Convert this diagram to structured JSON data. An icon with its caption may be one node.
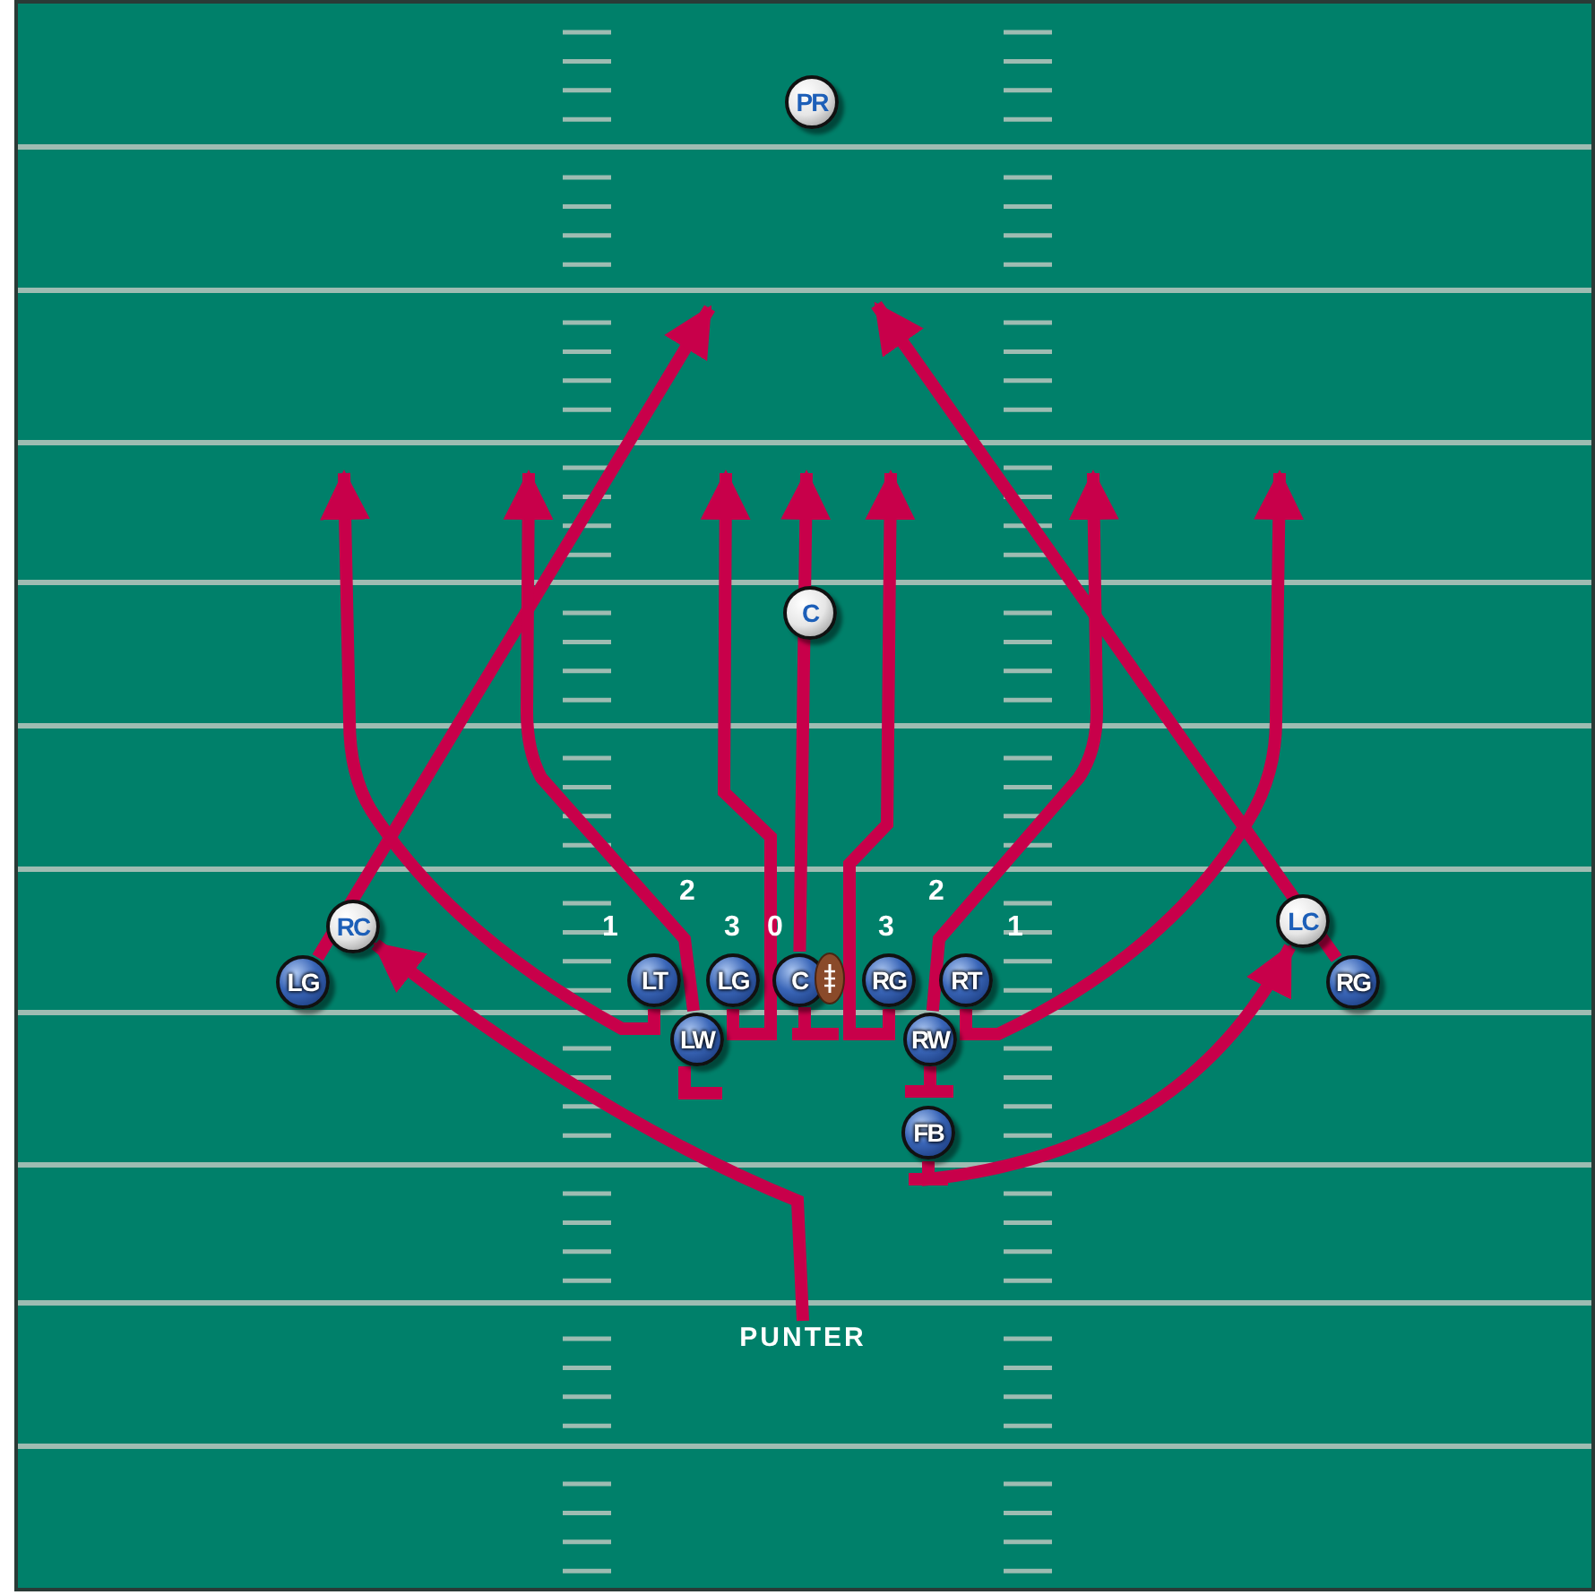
{
  "diagram": {
    "nodes": [
      {
        "text": [
          "PR"
        ]
      },
      {
        "text": [
          "C"
        ]
      },
      {
        "text": [
          "RC"
        ]
      },
      {
        "text": [
          "LC"
        ]
      },
      {
        "text": [
          "LG"
        ]
      },
      {
        "text": [
          "LT"
        ]
      },
      {
        "text": [
          "LG"
        ]
      },
      {
        "text": [
          "C"
        ]
      },
      {
        "text": [
          "RG"
        ]
      },
      {
        "text": [
          "RT"
        ]
      },
      {
        "text": [
          "RG"
        ]
      },
      {
        "text": [
          "LW"
        ]
      },
      {
        "text": [
          "RW"
        ]
      },
      {
        "text": [
          "FB"
        ]
      },
      {
        "text": [
          "PUNTER"
        ]
      }
    ],
    "edges": [
      {
        "from": 4,
        "to": null,
        "arrow": "to"
      },
      {
        "from": 10,
        "to": null,
        "arrow": "to"
      },
      {
        "from": 5,
        "to": null,
        "arrow": "to"
      },
      {
        "from": 11,
        "to": null,
        "arrow": "to"
      },
      {
        "from": 6,
        "to": null,
        "arrow": "to"
      },
      {
        "from": 7,
        "to": null,
        "arrow": "to"
      },
      {
        "from": 8,
        "to": null,
        "arrow": "to"
      },
      {
        "from": 12,
        "to": null,
        "arrow": "to"
      },
      {
        "from": 9,
        "to": null,
        "arrow": "to"
      },
      {
        "from": 13,
        "to": 3,
        "arrow": "to"
      },
      {
        "from": 14,
        "to": 2,
        "arrow": "to"
      }
    ],
    "labels": [
      "2",
      "2",
      "1",
      "3",
      "0",
      "3",
      "1"
    ]
  }
}
